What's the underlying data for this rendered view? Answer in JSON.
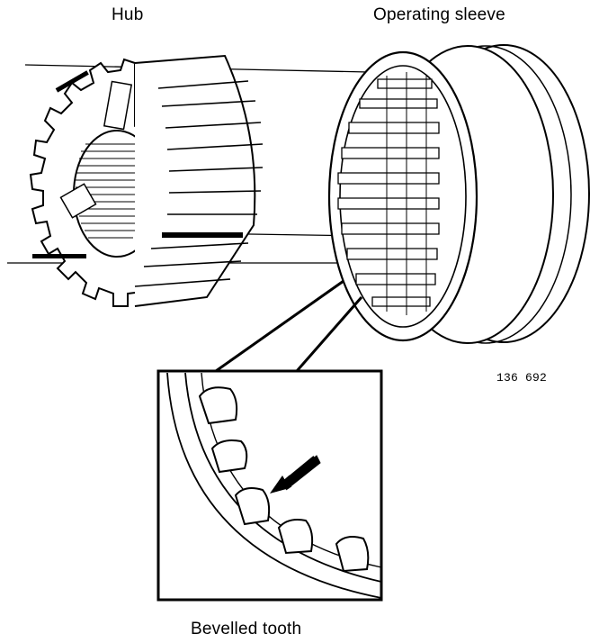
{
  "labels": {
    "hub": "Hub",
    "sleeve": "Operating sleeve",
    "ref": "136 692",
    "tooth": "Bevelled tooth"
  }
}
